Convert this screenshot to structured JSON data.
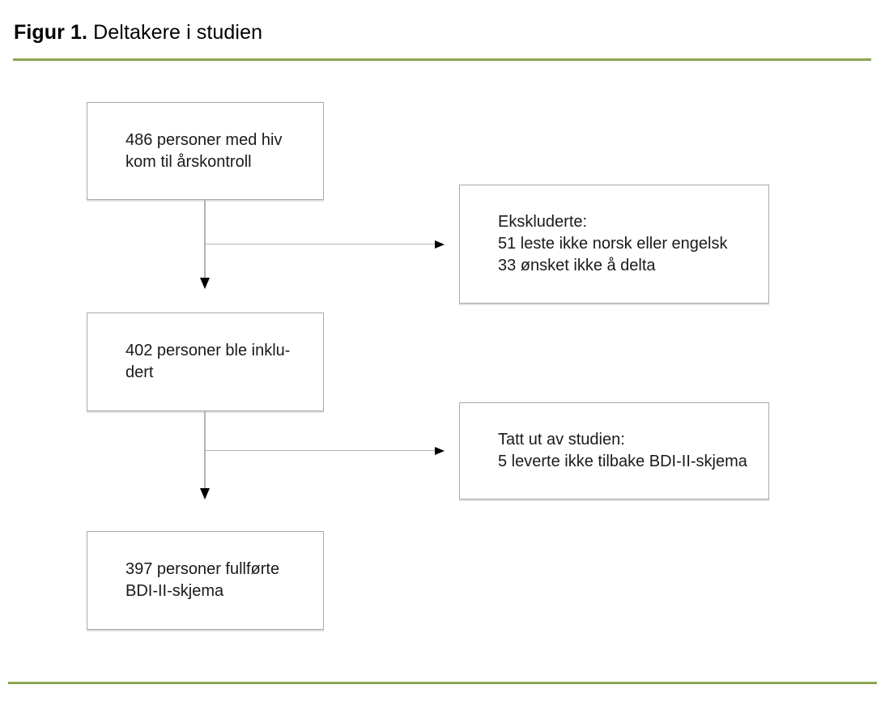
{
  "title": {
    "bold": "Figur 1.",
    "rest": " Deltakere i studien"
  },
  "colors": {
    "accent_green": "#74913a",
    "box_border": "#a8a8a8",
    "connector_gray": "#b3b3b3",
    "arrow_black": "#000000",
    "text": "#1a1a1a"
  },
  "flowchart": {
    "boxes": [
      {
        "id": "included-at-control",
        "lines": [
          "486 personer med hiv",
          "kom til årskontroll"
        ]
      },
      {
        "id": "excluded",
        "lines": [
          "Ekskluderte:",
          "51 leste ikke norsk eller engelsk",
          "33 ønsket ikke å delta"
        ]
      },
      {
        "id": "included",
        "lines": [
          "402 personer ble inklu-",
          "dert"
        ]
      },
      {
        "id": "withdrawn",
        "lines": [
          "Tatt ut av studien:",
          "5 leverte ikke tilbake BDI-II-skjema"
        ]
      },
      {
        "id": "completed",
        "lines": [
          "397 personer fullførte",
          "BDI-II-skjema"
        ]
      }
    ]
  }
}
